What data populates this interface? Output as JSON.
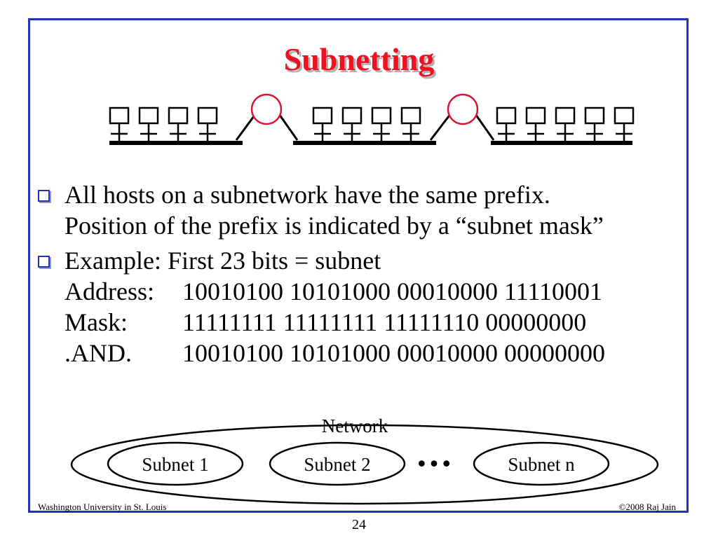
{
  "slide": {
    "title": "Subnetting",
    "bullets": [
      {
        "lines": [
          "All hosts on a subnetwork have the same prefix.",
          "Position of the prefix is indicated by a “subnet mask”"
        ]
      },
      {
        "lines": [
          "Example: First 23 bits = subnet"
        ],
        "rows": [
          {
            "label": "Address:",
            "value": "10010100 10101000 00010000 11110001"
          },
          {
            "label": "Mask:",
            "value": "11111111 11111111 11111110 00000000"
          },
          {
            "label": ".AND.",
            "value": "10010100 10101000 00010000 00000000"
          }
        ]
      }
    ],
    "network": {
      "label": "Network",
      "subnets": [
        "Subnet 1",
        "Subnet 2",
        "Subnet n"
      ],
      "ellipsis": "•••"
    },
    "footer": {
      "left": "Washington University in St. Louis",
      "right": "©2008 Raj Jain"
    },
    "page_number": "24"
  },
  "colors": {
    "border": "#2233bb",
    "title": "#ee1122",
    "router": "#dd1133"
  },
  "icons": {
    "bullet": "square-bullet-icon",
    "host": "computer-icon",
    "router": "router-icon"
  }
}
